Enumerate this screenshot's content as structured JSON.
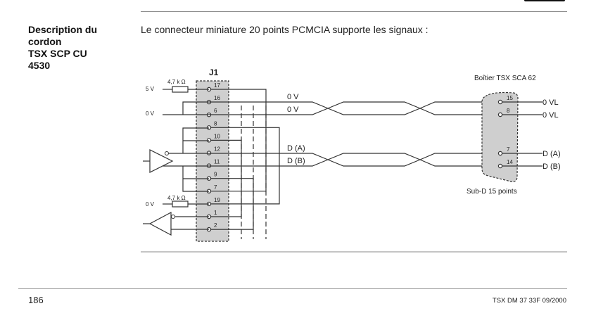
{
  "page": {
    "side_title": [
      "Description du",
      "cordon",
      "TSX SCP CU",
      "4530"
    ],
    "intro": "Le connecteur miniature 20 points PCMCIA supporte les signaux :",
    "footer": {
      "page_number": "186",
      "reference": "TSX DM 37 33F 09/2000"
    }
  },
  "diagram": {
    "connector_j1": {
      "label": "J1",
      "pins": [
        "17",
        "16",
        "6",
        "8",
        "10",
        "12",
        "11",
        "9",
        "7",
        "19",
        "1",
        "2"
      ]
    },
    "left_labels": {
      "v5": "5 V",
      "v0_top": "0 V",
      "v0_bottom": "0 V",
      "resistor_top": "4,7 k Ω",
      "resistor_bottom": "4,7 k Ω"
    },
    "cable_labels": [
      "0 V",
      "0 V",
      "D (A)",
      "D (B)"
    ],
    "sub_d": {
      "title": "Boîtier TSX SCA 62",
      "caption": "Sub-D 15 points",
      "pins": [
        "15",
        "8",
        "7",
        "14"
      ],
      "signals": [
        "0 VL",
        "0 VL",
        "D (A)",
        "D (B)"
      ]
    },
    "loopbacks": [
      [
        "17",
        "7"
      ],
      [
        "8",
        "19"
      ],
      [
        "10",
        "1"
      ],
      [
        "9",
        "2"
      ]
    ]
  }
}
